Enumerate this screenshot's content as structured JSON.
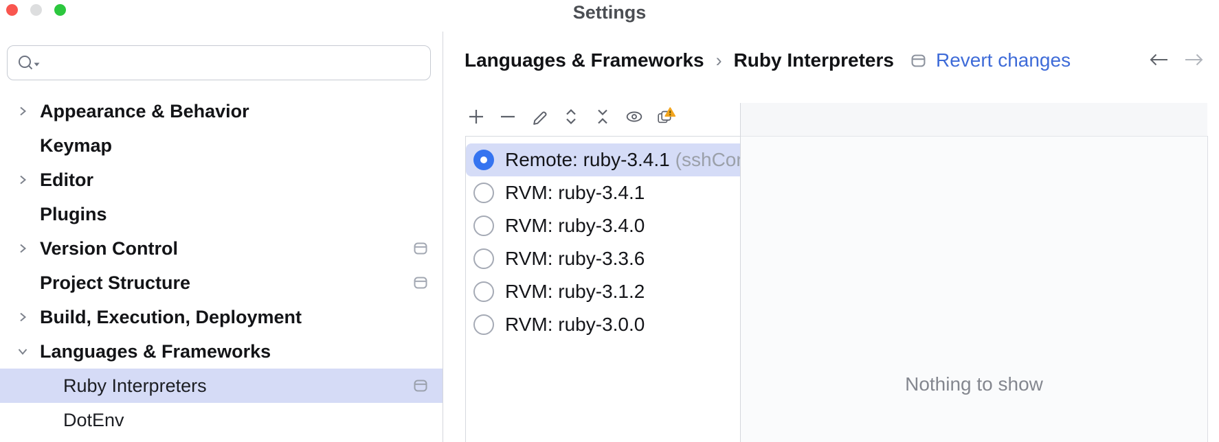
{
  "window": {
    "title": "Settings",
    "traffic_lights": {
      "close": "#f9564f",
      "minimize_disabled": "#dddedf",
      "zoom": "#2cc73e"
    }
  },
  "sidebar": {
    "search": {
      "value": "",
      "placeholder": "",
      "icon": "search-with-history-icon"
    },
    "items": [
      {
        "label": "Appearance & Behavior",
        "chevron": "right",
        "level": 1,
        "modified": false,
        "selected": false
      },
      {
        "label": "Keymap",
        "chevron": "none",
        "level": 1,
        "modified": false,
        "selected": false
      },
      {
        "label": "Editor",
        "chevron": "right",
        "level": 1,
        "modified": false,
        "selected": false
      },
      {
        "label": "Plugins",
        "chevron": "none",
        "level": 1,
        "modified": false,
        "selected": false
      },
      {
        "label": "Version Control",
        "chevron": "right",
        "level": 1,
        "modified": true,
        "selected": false
      },
      {
        "label": "Project Structure",
        "chevron": "none",
        "level": 1,
        "modified": true,
        "selected": false
      },
      {
        "label": "Build, Execution, Deployment",
        "chevron": "right",
        "level": 1,
        "modified": false,
        "selected": false
      },
      {
        "label": "Languages & Frameworks",
        "chevron": "down",
        "level": 1,
        "modified": false,
        "selected": false
      },
      {
        "label": "Ruby Interpreters",
        "chevron": "none",
        "level": 2,
        "modified": true,
        "selected": true
      },
      {
        "label": "DotEnv",
        "chevron": "none",
        "level": 2,
        "modified": false,
        "selected": false
      }
    ]
  },
  "content": {
    "breadcrumb": {
      "parts": [
        "Languages & Frameworks",
        "Ruby Interpreters"
      ],
      "separator": "›"
    },
    "revert_label": "Revert changes",
    "nav": {
      "back_enabled": true,
      "forward_enabled": false
    },
    "toolbar_left": [
      {
        "icon": "add-icon"
      },
      {
        "icon": "remove-icon"
      },
      {
        "icon": "edit-pencil-icon"
      },
      {
        "icon": "expand-icon"
      },
      {
        "icon": "collapse-icon"
      },
      {
        "icon": "show-eye-icon"
      },
      {
        "icon": "duplicate-icon",
        "badge": "warning"
      }
    ],
    "toolbar_right": [
      {
        "icon": "folder-icon",
        "enabled": false
      },
      {
        "icon": "gem-icon",
        "enabled": false
      },
      {
        "icon": "download-icon",
        "enabled": true
      }
    ],
    "interpreters": [
      {
        "label": "Remote: ruby-3.4.1",
        "suffix": "(sshCon",
        "selected": true
      },
      {
        "label": "RVM: ruby-3.4.1",
        "suffix": "",
        "selected": false
      },
      {
        "label": "RVM: ruby-3.4.0",
        "suffix": "",
        "selected": false
      },
      {
        "label": "RVM: ruby-3.3.6",
        "suffix": "",
        "selected": false
      },
      {
        "label": "RVM: ruby-3.1.2",
        "suffix": "",
        "selected": false
      },
      {
        "label": "RVM: ruby-3.0.0",
        "suffix": "",
        "selected": false
      }
    ],
    "detail_empty_text": "Nothing to show"
  },
  "colors": {
    "selection": "#d5dcf7",
    "accent_blue": "#3574f0",
    "link_blue": "#3e6bd8",
    "warning_orange": "#f2a51e",
    "divider": "#d3d6db"
  }
}
